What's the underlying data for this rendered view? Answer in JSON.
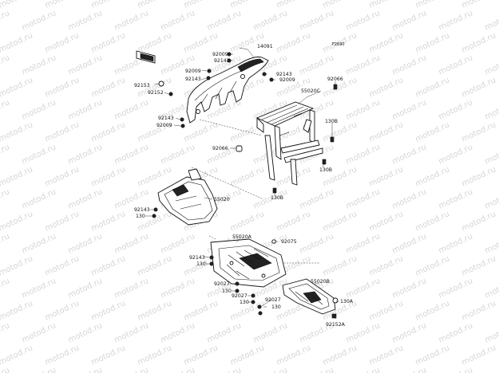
{
  "watermark": {
    "text": "motod.ru",
    "color": "#d6d6d6"
  },
  "figure_code": "F2690",
  "callouts": [
    {
      "id": "c14091",
      "text": "14091"
    },
    {
      "id": "c92009a",
      "text": "92009"
    },
    {
      "id": "c92143a",
      "text": "92143"
    },
    {
      "id": "c92009b",
      "text": "92009"
    },
    {
      "id": "c92143b",
      "text": "92143"
    },
    {
      "id": "c92143c",
      "text": "92143"
    },
    {
      "id": "c92009c",
      "text": "92009"
    },
    {
      "id": "c92153",
      "text": "92153"
    },
    {
      "id": "c92152",
      "text": "92152"
    },
    {
      "id": "c92143d",
      "text": "92143"
    },
    {
      "id": "c92009d",
      "text": "92009"
    },
    {
      "id": "c55020C",
      "text": "55020C"
    },
    {
      "id": "c92066a",
      "text": "92066"
    },
    {
      "id": "c130a",
      "text": "130B"
    },
    {
      "id": "c92066b",
      "text": "92066"
    },
    {
      "id": "c130b",
      "text": "130B"
    },
    {
      "id": "c130c",
      "text": "130B"
    },
    {
      "id": "c55020",
      "text": "55020"
    },
    {
      "id": "c92143e",
      "text": "92143"
    },
    {
      "id": "c130d",
      "text": "130"
    },
    {
      "id": "c55020A",
      "text": "55020A"
    },
    {
      "id": "c92075",
      "text": "92075"
    },
    {
      "id": "c92143f",
      "text": "92143"
    },
    {
      "id": "c130e",
      "text": "130"
    },
    {
      "id": "c92027a",
      "text": "92027"
    },
    {
      "id": "c130f",
      "text": "130"
    },
    {
      "id": "c92027b",
      "text": "92027"
    },
    {
      "id": "c92027c",
      "text": "92027"
    },
    {
      "id": "c130g",
      "text": "130"
    },
    {
      "id": "c130h",
      "text": "130"
    },
    {
      "id": "c55020B",
      "text": "55020B"
    },
    {
      "id": "c130A",
      "text": "130A"
    },
    {
      "id": "c92152A",
      "text": "92152A"
    }
  ]
}
